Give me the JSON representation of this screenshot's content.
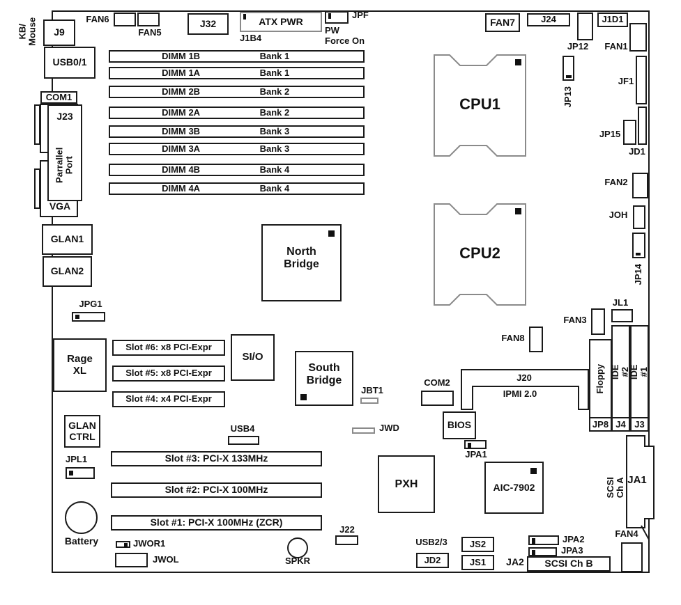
{
  "diagram": "Server motherboard component layout",
  "colors": {
    "line": "#1a1a1a",
    "gray_line": "#8a8a8a",
    "marker": "#111111",
    "background": "#ffffff"
  },
  "c": {
    "kb_mouse": "KB/\nMouse",
    "j9": "J9",
    "usb01": "USB0/1",
    "com1": "COM1",
    "j23": "J23",
    "parallel": "Parrallel\nPort",
    "vga": "VGA",
    "glan1": "GLAN1",
    "glan2": "GLAN2",
    "fan6": "FAN6",
    "fan5": "FAN5",
    "j32": "J32",
    "atx_pwr": "ATX PWR",
    "j1b4": "J1B4",
    "jpf": "JPF",
    "pw": "PW",
    "force_on": "Force On",
    "fan7": "FAN7",
    "j24": "J24",
    "jp12": "JP12",
    "j1d1": "J1D1",
    "fan1": "FAN1",
    "jf1": "JF1",
    "jp13": "JP13",
    "jp15": "JP15",
    "jd1": "JD1",
    "cpu1": "CPU1",
    "cpu2": "CPU2",
    "north_bridge": "North\nBridge",
    "sio": "SI/O",
    "south_bridge": "South\nBridge",
    "jbt1": "JBT1",
    "jpg1": "JPG1",
    "rage_xl": "Rage\nXL",
    "slot6": "Slot #6: x8 PCI-Expr",
    "slot5": "Slot #5: x8 PCI-Expr",
    "slot4": "Slot #4: x4 PCI-Expr",
    "glan_ctrl": "GLAN\nCTRL",
    "jpl1": "JPL1",
    "battery": "Battery",
    "jwor1": "JWOR1",
    "jwol": "JWOL",
    "slot3": "Slot #3: PCI-X 133MHz",
    "slot2": "Slot #2: PCI-X 100MHz",
    "slot1": "Slot #1: PCI-X 100MHz (ZCR)",
    "usb4": "USB4",
    "jwd": "JWD",
    "j22": "J22",
    "spkr": "SPKR",
    "pxh": "PXH",
    "usb23": "USB2/3",
    "jd2": "JD2",
    "js2": "JS2",
    "js1": "JS1",
    "ja2": "JA2",
    "jpa2": "JPA2",
    "jpa3": "JPA3",
    "scsi_chb": "SCSI Ch B",
    "fan4": "FAN4",
    "com2": "COM2",
    "bios": "BIOS",
    "jpa1": "JPA1",
    "j20": "J20",
    "ipmi": "IPMI 2.0",
    "fan8": "FAN8",
    "fan3": "FAN3",
    "jl1": "JL1",
    "floppy": "Floppy",
    "jp8": "JP8",
    "ide2": "IDE #2",
    "j4": "J4",
    "ide1": "IDE #1",
    "j3": "J3",
    "fan2": "FAN2",
    "joh": "JOH",
    "jp14": "JP14",
    "ja1": "JA1",
    "scsi_cha": "SCSI Ch A",
    "aic": "AIC-7902"
  },
  "dimms": [
    {
      "name": "DIMM 1B",
      "bank": "Bank 1"
    },
    {
      "name": "DIMM 1A",
      "bank": "Bank 1"
    },
    {
      "name": "DIMM 2B",
      "bank": "Bank 2"
    },
    {
      "name": "DIMM 2A",
      "bank": "Bank 2"
    },
    {
      "name": "DIMM 3B",
      "bank": "Bank 3"
    },
    {
      "name": "DIMM 3A",
      "bank": "Bank 3"
    },
    {
      "name": "DIMM 4B",
      "bank": "Bank 4"
    },
    {
      "name": "DIMM 4A",
      "bank": "Bank 4"
    }
  ]
}
